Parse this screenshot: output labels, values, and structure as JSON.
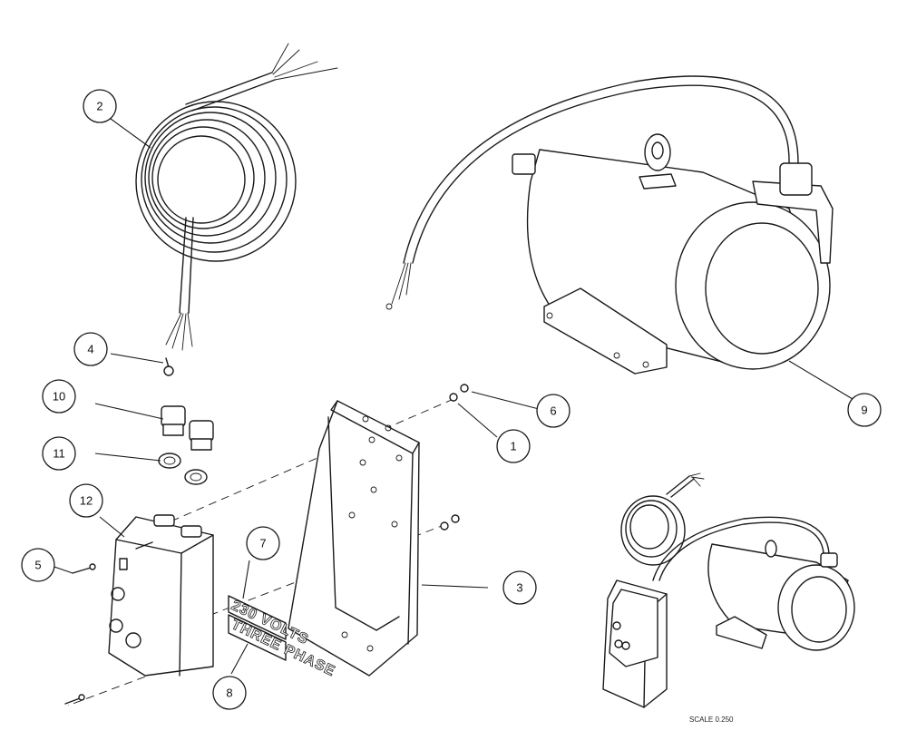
{
  "diagram": {
    "callouts": [
      {
        "id": "1",
        "label": "1"
      },
      {
        "id": "2",
        "label": "2"
      },
      {
        "id": "3",
        "label": "3"
      },
      {
        "id": "4",
        "label": "4"
      },
      {
        "id": "5",
        "label": "5"
      },
      {
        "id": "6",
        "label": "6"
      },
      {
        "id": "7",
        "label": "7"
      },
      {
        "id": "8",
        "label": "8"
      },
      {
        "id": "9",
        "label": "9"
      },
      {
        "id": "10",
        "label": "10"
      },
      {
        "id": "11",
        "label": "11"
      },
      {
        "id": "12",
        "label": "12"
      }
    ],
    "decal_7_text": "230 VOLTS",
    "decal_8_text": "THREE PHASE",
    "scale_note": "SCALE  0.250"
  }
}
